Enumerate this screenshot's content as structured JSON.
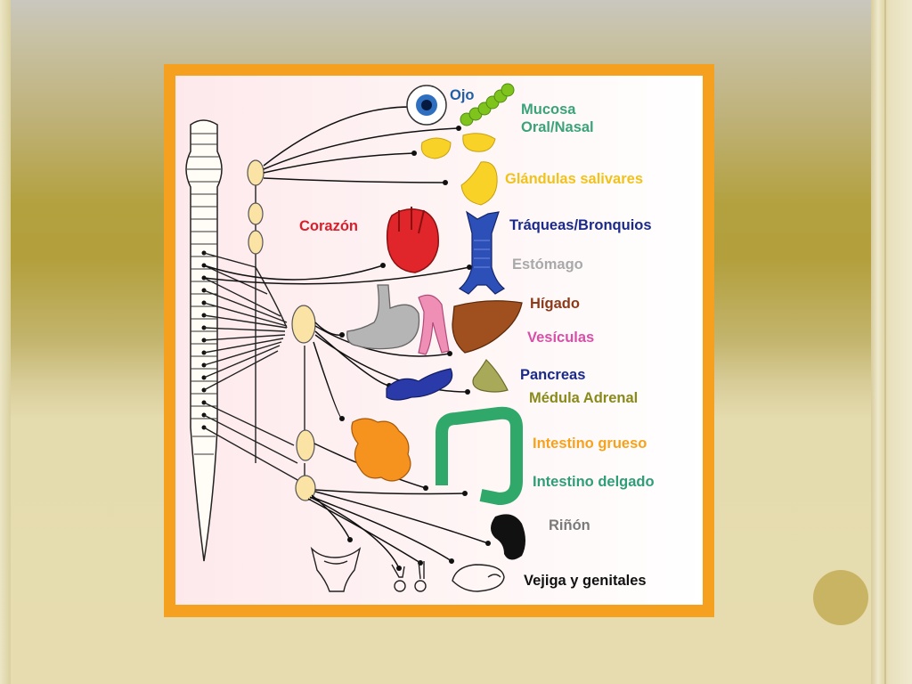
{
  "labels": {
    "ojo": "Ojo",
    "mucosa_line1": "Mucosa",
    "mucosa_line2": "Oral/Nasal",
    "glandulas": "Glándulas salivares",
    "corazon": "Corazón",
    "traqueas": "Tráqueas/Bronquios",
    "estomago": "Estómago",
    "higado": "Hígado",
    "vesiculas": "Vesículas",
    "pancreas": "Pancreas",
    "medula": "Médula Adrenal",
    "intestino_grueso": "Intestino grueso",
    "intestino_delgado": "Intestino delgado",
    "rinon": "Riñón",
    "vejiga": "Vejiga y genitales"
  },
  "colors": {
    "frame": "#f6a01f",
    "ojo": "#1f5fa8",
    "mucosa": "#3aa37a",
    "glandulas": "#f2c21a",
    "corazon": "#d81f2a",
    "traqueas": "#1b2a8a",
    "estomago": "#a9a9a9",
    "higado": "#8b3a1a",
    "vesiculas": "#d84fa8",
    "pancreas": "#1b2a8a",
    "medula": "#8a8a1a",
    "intestino_grueso": "#f7a21c",
    "intestino_delgado": "#2f9e78",
    "rinon": "#7a7a7a",
    "vejiga": "#111111"
  }
}
